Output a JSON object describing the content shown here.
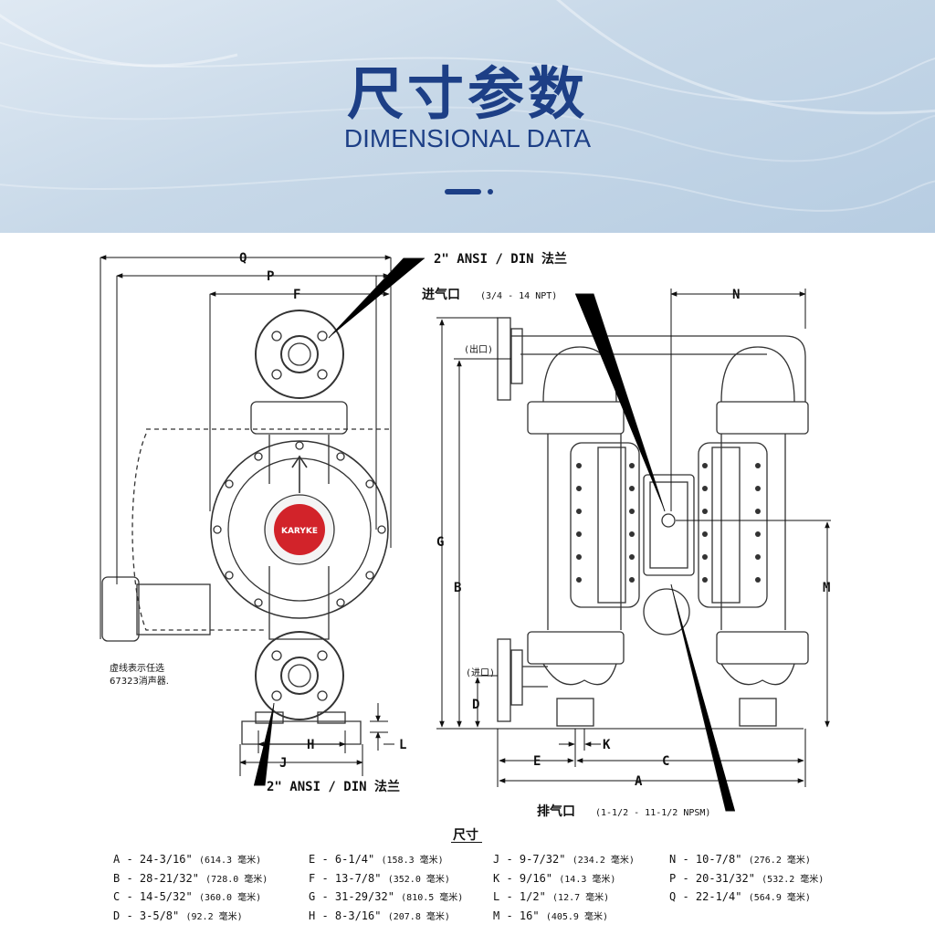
{
  "header": {
    "title_cn": "尺寸参数",
    "title_en": "DIMENSIONAL DATA"
  },
  "drawing": {
    "labels": {
      "Q": "Q",
      "P": "P",
      "F": "F",
      "N": "N",
      "G": "G",
      "B": "B",
      "M": "M",
      "D": "D",
      "H": "H",
      "J": "J",
      "L": "L",
      "E": "E",
      "K": "K",
      "C": "C",
      "A": "A"
    },
    "flange_top": "2\" ANSI / DIN 法兰",
    "flange_bottom": "2\" ANSI / DIN 法兰",
    "air_inlet": "进气口",
    "air_inlet_spec": "(3/4 - 14 NPT)",
    "outlet": "(出口)",
    "inlet": "(进口)",
    "exhaust": "排气口",
    "exhaust_spec": "(1-1/2 - 11-1/2 NPSM)",
    "note_line1": "虚线表示任选",
    "note_line2": "67323消声器.",
    "brand": "KARYKE"
  },
  "table": {
    "title": "尺寸",
    "columns": [
      [
        {
          "label": "A - 24-3/16\"",
          "metric": "(614.3 毫米)"
        },
        {
          "label": "B - 28-21/32\"",
          "metric": "(728.0 毫米)"
        },
        {
          "label": "C - 14-5/32\"",
          "metric": "(360.0 毫米)"
        },
        {
          "label": "D - 3-5/8\"",
          "metric": "(92.2 毫米)"
        }
      ],
      [
        {
          "label": "E - 6-1/4\"",
          "metric": "(158.3 毫米)"
        },
        {
          "label": "F - 13-7/8\"",
          "metric": "(352.0 毫米)"
        },
        {
          "label": "G - 31-29/32\"",
          "metric": "(810.5 毫米)"
        },
        {
          "label": "H - 8-3/16\"",
          "metric": "(207.8 毫米)"
        }
      ],
      [
        {
          "label": "J - 9-7/32\"",
          "metric": "(234.2 毫米)"
        },
        {
          "label": "K - 9/16\"",
          "metric": "(14.3 毫米)"
        },
        {
          "label": "L - 1/2\"",
          "metric": "(12.7 毫米)"
        },
        {
          "label": "M - 16\"",
          "metric": "(405.9 毫米)"
        }
      ],
      [
        {
          "label": "N - 10-7/8\"",
          "metric": "(276.2 毫米)"
        },
        {
          "label": "P - 20-31/32\"",
          "metric": "(532.2 毫米)"
        },
        {
          "label": "Q - 22-1/4\"",
          "metric": "(564.9 毫米)"
        }
      ]
    ]
  },
  "colors": {
    "accent": "#1d3f86",
    "brand_red": "#d2232a"
  }
}
